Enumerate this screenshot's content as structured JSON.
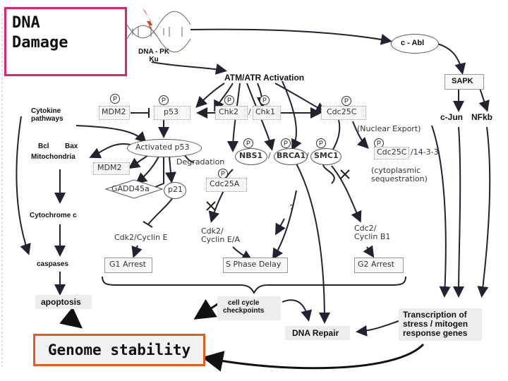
{
  "title": {
    "line1": "DNA",
    "line2": "Damage"
  },
  "dnapk": {
    "line1": "DNA - PK",
    "line2": "Ku"
  },
  "cabl": "c - Abl",
  "atm": "ATM/ATR Activation",
  "sapk": "SAPK",
  "cytokine": {
    "line1": "Cytokine",
    "line2": "pathways"
  },
  "mdm2_top": "MDM2",
  "p53": "p53",
  "chk": {
    "chk2": "Chk2",
    "sep": "/",
    "chk1": "Chk1"
  },
  "cdc25c": "Cdc25C",
  "cjun": "c-Jun",
  "nfkb": "NFkb",
  "nuclear_export": "(Nuclear Export)",
  "bcl": "Bcl",
  "bax": "Bax",
  "mitochondria": "Mitochondria",
  "activated_p53": "Activated p53",
  "nbs1": "NBS1",
  "brca1": "BRCA1",
  "smc1": "SMC1",
  "complex_slash1": "/",
  "complex_slash2": "/",
  "cdc25c_1433": {
    "cdc": "Cdc25C",
    "rest": "/14-3-3"
  },
  "degradation": "Degradation",
  "mdm2_low": "MDM2",
  "cytoplasmic": {
    "line1": "(cytoplasmic",
    "line2": "sequestration)"
  },
  "gadd45a": "GADD45a",
  "p21": "p21",
  "cdc25a": "Cdc25A",
  "question": "?",
  "cytochrome": "Cytochrome c",
  "cdk2_cyclinE": "Cdk2/Cyclin E",
  "cdk2_cyclinEA": {
    "line1": "Cdk2/",
    "line2": "Cyclin E/A"
  },
  "cdc2_cyclinB1": {
    "line1": "Cdc2/",
    "line2": "Cyclin B1"
  },
  "caspases": "caspases",
  "g1_arrest": "G1 Arrest",
  "s_phase_delay": "S Phase Delay",
  "g2_arrest": "G2 Arrest",
  "apoptosis": "apoptosis",
  "checkpoints": {
    "line1": "cell cycle",
    "line2": "checkpoints"
  },
  "transcription": {
    "line1": "Transcription of",
    "line2": "stress / mitogen",
    "line3": "response genes"
  },
  "dna_repair": "DNA Repair",
  "genome": "Genome stability",
  "phospho": "P",
  "colors": {
    "title_border": "#e0246e",
    "genome_border": "#e85a1c",
    "lightning": "#e23b1a"
  }
}
